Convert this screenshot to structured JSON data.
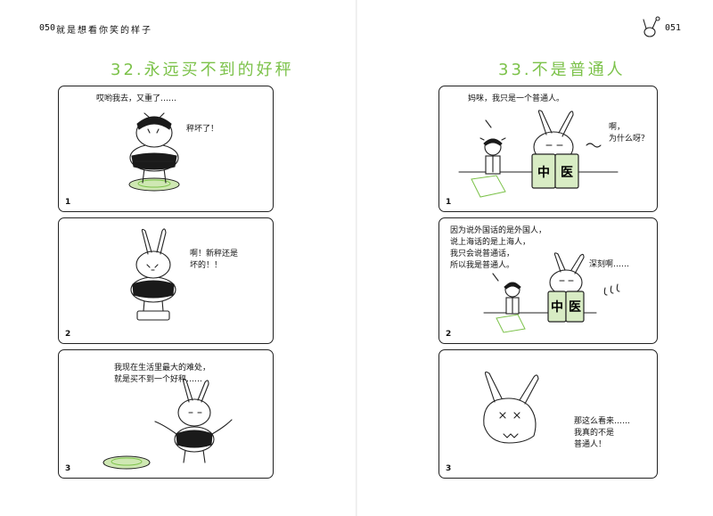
{
  "page": {
    "left_page_number": "050",
    "right_page_number": "051",
    "book_title": "就是想看你笑的样子"
  },
  "left": {
    "chapter_title": "32.永远买不到的好秤",
    "panels": [
      {
        "number": "1",
        "texts": [
          "哎哟我去，又重了……",
          "秤坏了！"
        ]
      },
      {
        "number": "2",
        "texts": [
          "啊！新秤还是\n坏的！！"
        ]
      },
      {
        "number": "3",
        "texts": [
          "我现在生活里最大的难处，\n就是买不到一个好秤……"
        ]
      }
    ]
  },
  "right": {
    "chapter_title": "33.不是普通人",
    "panels": [
      {
        "number": "1",
        "texts": [
          "妈咪，我只是一个普通人。",
          "啊，\n为什么呀？"
        ],
        "book_chars": [
          "中",
          "医"
        ]
      },
      {
        "number": "2",
        "texts": [
          "因为说外国话的是外国人，\n说上海话的是上海人，\n我只会说普通话，\n所以我是普通人。",
          "深刻啊……"
        ],
        "book_chars": [
          "中",
          "医"
        ]
      },
      {
        "number": "3",
        "texts": [
          "那这么看来……\n我真的不是\n普通人！"
        ]
      }
    ]
  }
}
